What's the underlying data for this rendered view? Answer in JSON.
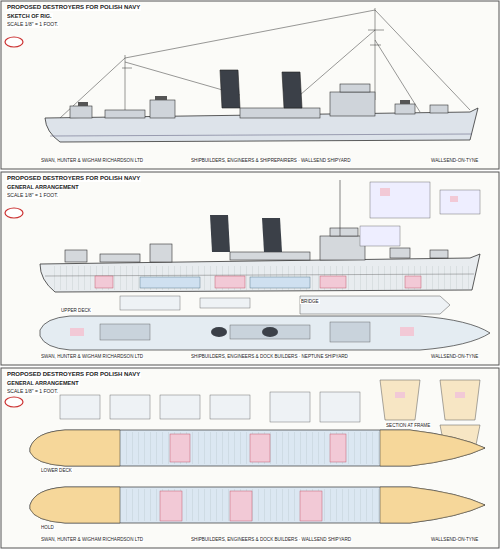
{
  "diagram": {
    "labels": [
      "PROPOSED DESTROYERS FOR POLISH NAVY",
      "SKETCH OF RIG.",
      "SCALE 1/8\" = 1 FOOT.",
      "SWAN, HUNTER & WIGHAM RICHARDSON LTD",
      "SHIPBUILDERS, ENGINEERS & SHIPREPAIRERS · WALLSEND SHIPYARD",
      "WALLSEND-ON-TYNE",
      "PROPOSED DESTROYERS FOR POLISH NAVY",
      "GENERAL ARRANGEMENT",
      "SCALE 1/8\" = 1 FOOT.",
      "UPPER DECK",
      "BRIDGE",
      "SWAN, HUNTER & WIGHAM RICHARDSON LTD",
      "SHIPBUILDERS, ENGINEERS & DOCK BUILDERS · NEPTUNE SHIPYARD",
      "WALLSEND-ON-TYNE",
      "PROPOSED DESTROYERS FOR POLISH NAVY",
      "GENERAL ARRANGEMENT",
      "SCALE 1/8\" = 1 FOOT.",
      "LOWER DECK",
      "HOLD",
      "SECTION AT FRAME",
      "SWAN, HUNTER & WIGHAM RICHARDSON LTD",
      "SHIPBUILDERS, ENGINEERS & DOCK BUILDERS · WALLSEND SHIPYARD",
      "WALLSEND-ON-TYNE"
    ]
  }
}
